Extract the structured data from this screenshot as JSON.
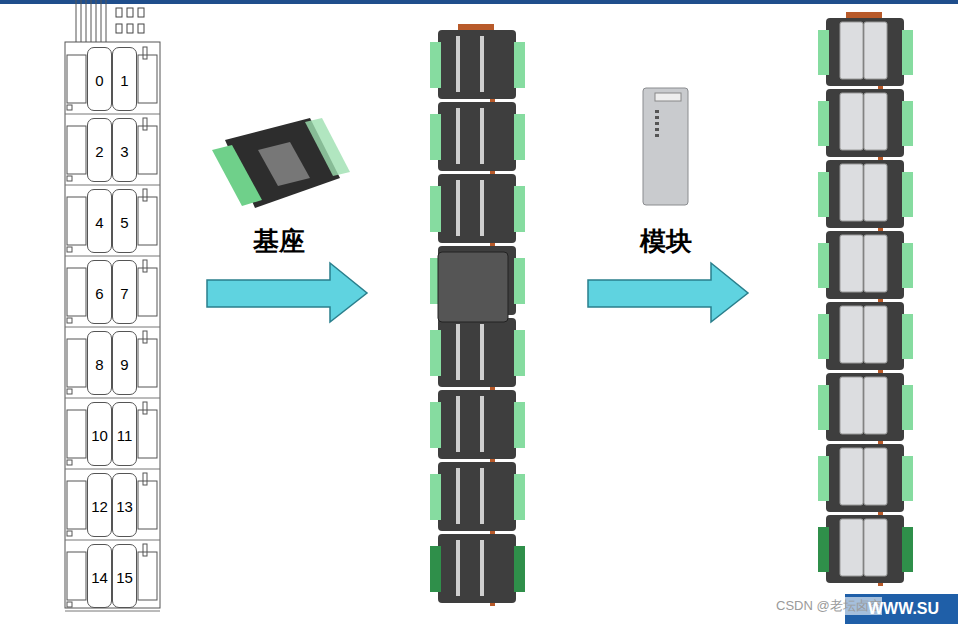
{
  "diagram": {
    "nodes": [
      {
        "text": [
          "0"
        ]
      },
      {
        "text": [
          "1"
        ]
      },
      {
        "text": [
          "2"
        ]
      },
      {
        "text": [
          "3"
        ]
      },
      {
        "text": [
          "4"
        ]
      },
      {
        "text": [
          "5"
        ]
      },
      {
        "text": [
          "6"
        ]
      },
      {
        "text": [
          "7"
        ]
      },
      {
        "text": [
          "8"
        ]
      },
      {
        "text": [
          "9"
        ]
      },
      {
        "text": [
          "10"
        ]
      },
      {
        "text": [
          "11"
        ]
      },
      {
        "text": [
          "12"
        ]
      },
      {
        "text": [
          "13"
        ]
      },
      {
        "text": [
          "14"
        ]
      },
      {
        "text": [
          "15"
        ]
      }
    ],
    "labels": [
      "基座",
      "模块",
      "CSDN @老坛卤空",
      "WWW.SU"
    ]
  }
}
